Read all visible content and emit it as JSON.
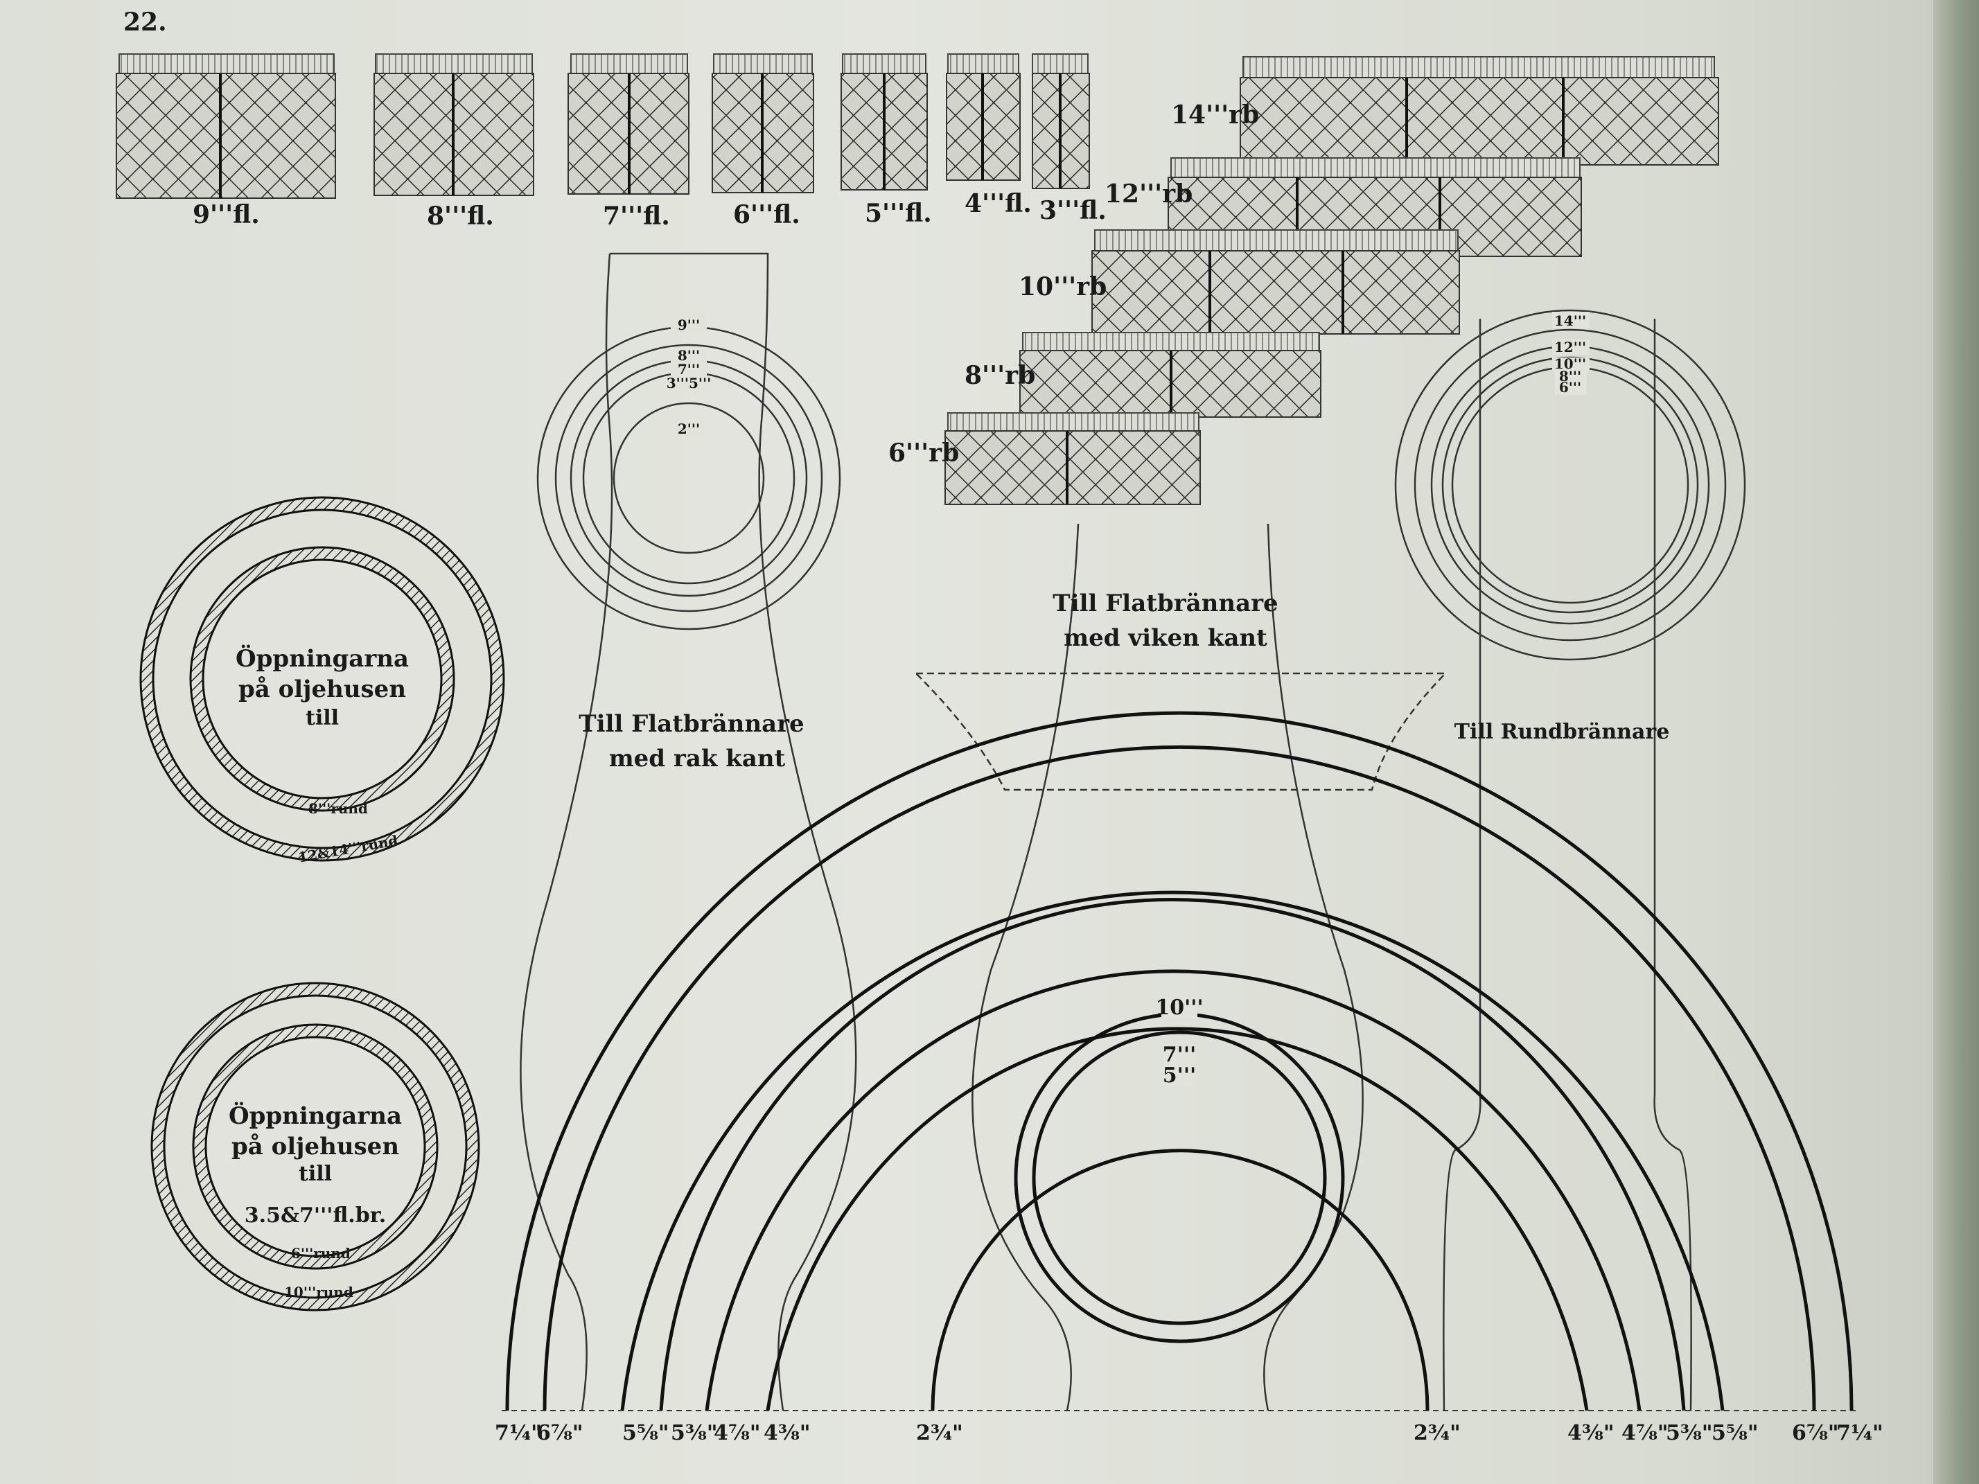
{
  "page_number": "22.",
  "flat_wicks": [
    "9'''fl.",
    "8'''fl.",
    "7'''fl.",
    "6'''fl.",
    "5'''fl.",
    "4'''fl.",
    "3'''fl."
  ],
  "round_wicks": [
    "14'''rb",
    "12'''rb",
    "10'''rb",
    "8'''rb",
    "6'''rb"
  ],
  "gauge_top": {
    "text": [
      "Öppningarna",
      "på oljehusen",
      "till"
    ],
    "inner_label": "8'''rund",
    "outer_label": "12&14'''rund"
  },
  "gauge_bottom": {
    "text": [
      "Öppningarna",
      "på oljehusen",
      "till",
      "3.5&7'''fl.br."
    ],
    "inner_label": "6'''rund",
    "outer_label": "10'''rund"
  },
  "chimney_rak": {
    "caption": [
      "Till Flatbrännare",
      "med rak kant"
    ],
    "sizes": [
      "9'''",
      "8'''",
      "7'''",
      "3'''5'''",
      "2'''"
    ]
  },
  "chimney_viken": {
    "caption": [
      "Till Flatbrännare",
      "med viken kant"
    ]
  },
  "chimney_rund": {
    "caption": [
      "Till Rundbrännare"
    ],
    "sizes": [
      "14'''",
      "12'''",
      "10'''",
      "8'''",
      "6'''"
    ]
  },
  "arc_sizes": [
    "10'''",
    "7'''",
    "5'''"
  ],
  "bottom_measures": [
    "7¼\"",
    "6⅞\"",
    "5⅝\"",
    "5⅜\"",
    "4⅞\"",
    "4⅜\"",
    "2¾\"",
    "2¾\"",
    "4⅜\"",
    "4⅞\"",
    "5⅜\"",
    "5⅝\"",
    "6⅞\"",
    "7¼\""
  ]
}
